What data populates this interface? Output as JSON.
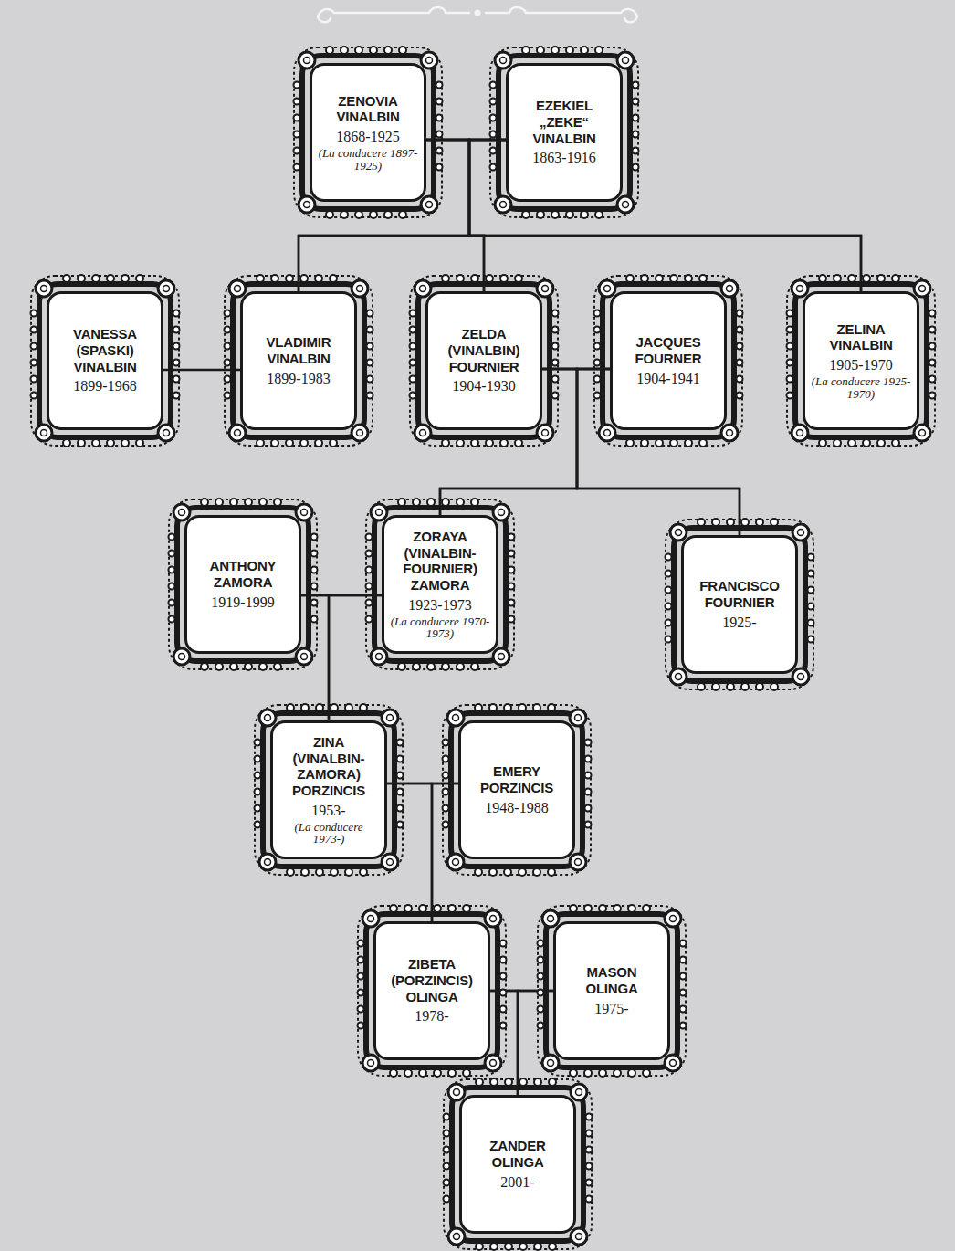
{
  "diagram": {
    "nodes": [
      {
        "text": [
          "ZENOVIA VINALBIN",
          "1868-1925",
          "(La conducere 1897-1925)"
        ]
      },
      {
        "text": [
          "EZEKIEL „ZEKE“ VINALBIN",
          "1863-1916"
        ]
      },
      {
        "text": [
          "VANESSA (SPASKI) VINALBIN",
          "1899-1968"
        ]
      },
      {
        "text": [
          "VLADIMIR VINALBIN",
          "1899-1983"
        ]
      },
      {
        "text": [
          "ZELDA (VINALBIN) FOURNIER",
          "1904-1930"
        ]
      },
      {
        "text": [
          "JACQUES FOURNER",
          "1904-1941"
        ]
      },
      {
        "text": [
          "ZELINA VINALBIN",
          "1905-1970",
          "(La conducere 1925-1970)"
        ]
      },
      {
        "text": [
          "ANTHONY ZAMORA",
          "1919-1999"
        ]
      },
      {
        "text": [
          "ZORAYA (VINALBIN-FOURNIER) ZAMORA",
          "1923-1973",
          "(La conducere 1970-1973)"
        ]
      },
      {
        "text": [
          "FRANCISCO FOURNIER",
          "1925-"
        ]
      },
      {
        "text": [
          "ZINA (VINALBIN-ZAMORA) PORZINCIS",
          "1953-",
          "(La conducere 1973-)"
        ]
      },
      {
        "text": [
          "EMERY PORZINCIS",
          "1948-1988"
        ]
      },
      {
        "text": [
          "ZIBETA (PORZINCIS) OLINGA",
          "1978-"
        ]
      },
      {
        "text": [
          "MASON OLINGA",
          "1975-"
        ]
      },
      {
        "text": [
          "ZANDER OLINGA",
          "2001-"
        ]
      }
    ],
    "edges": [
      {
        "from": 0,
        "to": 1,
        "arrow": "none"
      },
      {
        "from": 0,
        "to": 3,
        "arrow": "none"
      },
      {
        "from": 0,
        "to": 4,
        "arrow": "none"
      },
      {
        "from": 0,
        "to": 6,
        "arrow": "none"
      },
      {
        "from": 1,
        "to": 3,
        "arrow": "none"
      },
      {
        "from": 1,
        "to": 4,
        "arrow": "none"
      },
      {
        "from": 1,
        "to": 6,
        "arrow": "none"
      },
      {
        "from": 2,
        "to": 3,
        "arrow": "none"
      },
      {
        "from": 4,
        "to": 5,
        "arrow": "none"
      },
      {
        "from": 4,
        "to": 8,
        "arrow": "none"
      },
      {
        "from": 4,
        "to": 9,
        "arrow": "none"
      },
      {
        "from": 5,
        "to": 8,
        "arrow": "none"
      },
      {
        "from": 5,
        "to": 9,
        "arrow": "none"
      },
      {
        "from": 7,
        "to": 8,
        "arrow": "none"
      },
      {
        "from": 7,
        "to": 10,
        "arrow": "none"
      },
      {
        "from": 8,
        "to": 10,
        "arrow": "none"
      },
      {
        "from": 10,
        "to": 11,
        "arrow": "none"
      },
      {
        "from": 10,
        "to": 12,
        "arrow": "none"
      },
      {
        "from": 11,
        "to": 12,
        "arrow": "none"
      },
      {
        "from": 12,
        "to": 13,
        "arrow": "none"
      },
      {
        "from": 12,
        "to": 14,
        "arrow": "none"
      },
      {
        "from": 13,
        "to": 14,
        "arrow": "none"
      }
    ]
  }
}
